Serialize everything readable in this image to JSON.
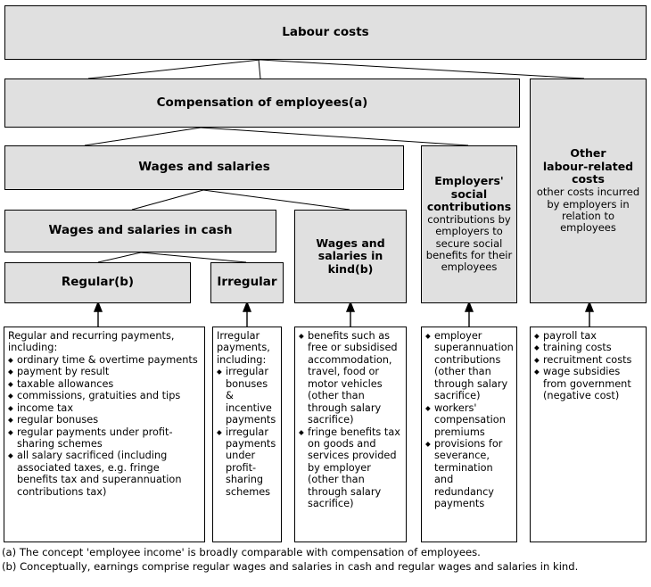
{
  "diagram": {
    "title": "Labour costs",
    "level1": {
      "label": "Labour costs"
    },
    "level2": {
      "compensation": "Compensation of employees(a)",
      "other_costs_title": "Other\nlabour-related\ncosts",
      "other_costs_title_line1": "Other",
      "other_costs_title_line2": "labour-related",
      "other_costs_title_line3": "costs",
      "other_costs_desc": "other costs incurred by employers in relation to employees"
    },
    "level3": {
      "wages_and_salaries": "Wages and salaries",
      "employers_social_title_line1": "Employers'",
      "employers_social_title_line2": "social",
      "employers_social_title_line3": "contributions",
      "employers_social_desc": "contributions by employers to secure social benefits for their employees"
    },
    "level4": {
      "wages_cash": "Wages and salaries in cash",
      "wages_kind_line1": "Wages and",
      "wages_kind_line2": "salaries in",
      "wages_kind_line3": "kind(b)"
    },
    "level5": {
      "regular": "Regular(b)",
      "irregular": "Irregular"
    },
    "details": {
      "regular": {
        "intro": "Regular and recurring payments, including:",
        "items": [
          "ordinary time & overtime payments",
          "payment by result",
          "taxable allowances",
          "commissions, gratuities and tips",
          "income tax",
          "regular bonuses",
          "regular payments under profit-sharing schemes",
          "all salary sacrificed (including associated taxes, e.g. fringe benefits tax and superannuation contributions tax)"
        ]
      },
      "irregular": {
        "intro": "Irregular payments, including:",
        "items": [
          "irregular bonuses & incentive payments",
          "irregular payments under profit-sharing schemes"
        ]
      },
      "wages_kind": {
        "intro": "",
        "items": [
          "benefits such as free or subsidised accommodation, travel, food or motor vehicles (other than through salary sacrifice)",
          "fringe benefits tax on goods and services provided by employer (other than through salary sacrifice)"
        ]
      },
      "employers_social": {
        "intro": "",
        "items": [
          "employer superannuation contributions (other than through salary sacrifice)",
          "workers' compensation premiums",
          "provisions for severance, termination and redundancy payments"
        ]
      },
      "other_costs": {
        "intro": "",
        "items": [
          "payroll tax",
          "training costs",
          "recruitment costs",
          "wage subsidies from government (negative cost)"
        ]
      }
    },
    "footnotes": [
      "(a) The concept 'employee income' is broadly comparable with compensation of employees.",
      "(b) Conceptually, earnings comprise regular wages and salaries in cash and regular wages and salaries in kind."
    ],
    "colors": {
      "box_fill": "#e0e0e0",
      "list_fill": "#ffffff",
      "stroke": "#000000",
      "background": "#ffffff"
    }
  }
}
